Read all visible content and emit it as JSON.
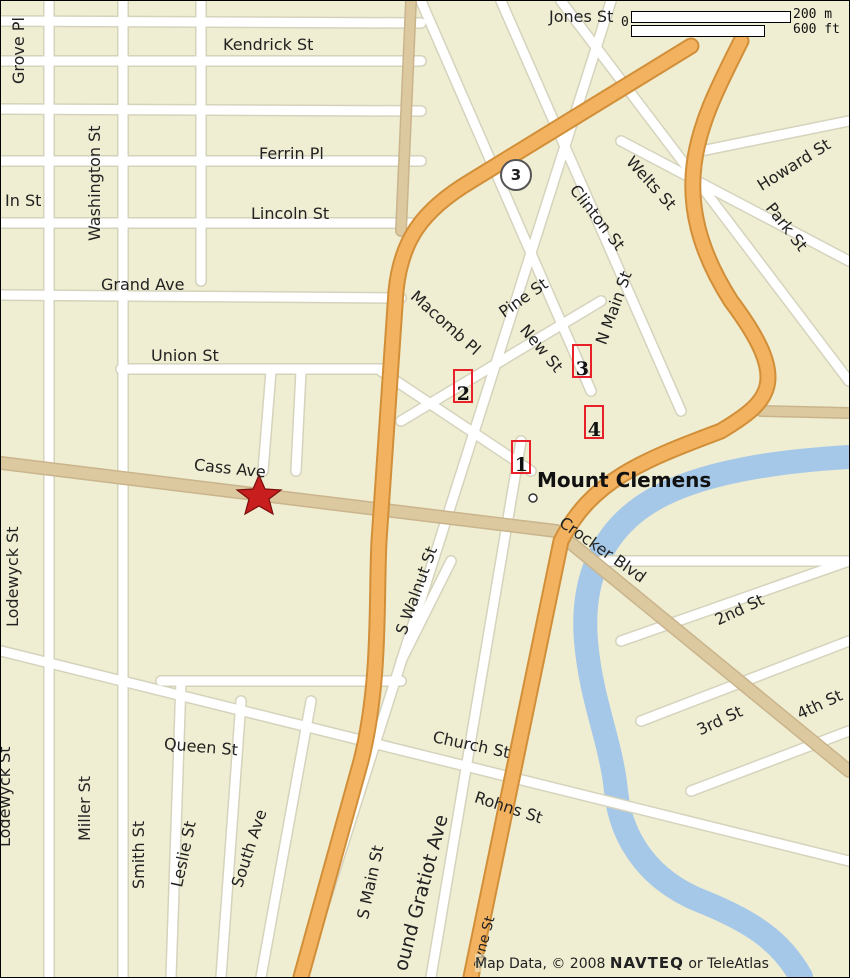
{
  "colors": {
    "land": "#efedd2",
    "street": "#ffffff",
    "street_edge": "#d6d3bd",
    "highway": "#f3b25f",
    "highway_edge": "#d28f39",
    "arterial": "#ddc9a0",
    "river": "#a6c8e8",
    "marker": "#e8202a",
    "star": "#c81e1e"
  },
  "scale_bar": {
    "zero": "0",
    "metric": "200 m",
    "imperial": "600 ft"
  },
  "route_shield": {
    "number": "3"
  },
  "city": {
    "label": "Mount Clemens"
  },
  "streets": {
    "jones": "Jones St",
    "grove": "Grove Pl",
    "kendrick": "Kendrick St",
    "washington": "Washington St",
    "ferrin": "Ferrin Pl",
    "lincoln": "Lincoln St",
    "in_st": "In St",
    "grand": "Grand Ave",
    "union": "Union St",
    "cass": "Cass Ave",
    "lodewyck": "Lodewyck St",
    "lodewyck2": "Lodewyck St",
    "macomb": "Macomb Pl",
    "pine": "Pine St",
    "new": "New St",
    "n_main": "N Main St",
    "clinton": "Clinton St",
    "welts": "Welts St",
    "howard": "Howard St",
    "park": "Park St",
    "s_walnut": "S Walnut St",
    "crocker": "Crocker Blvd",
    "second": "2nd St",
    "third": "3rd St",
    "fourth": "4th St",
    "church": "Church St",
    "rohns": "Rohns St",
    "queen": "Queen St",
    "miller": "Miller St",
    "smith": "Smith St",
    "leslie": "Leslie St",
    "south_ave": "South Ave",
    "s_main": "S Main St",
    "gratiot": "Gratiot Ave",
    "gratiot_prefix": "ound ",
    "wayne": "ayne St"
  },
  "markers": [
    {
      "id": "1",
      "label": "1"
    },
    {
      "id": "2",
      "label": "2"
    },
    {
      "id": "3",
      "label": "3"
    },
    {
      "id": "4",
      "label": "4"
    }
  ],
  "copyright": {
    "prefix": "Map Data",
    "symbol": "© 2008",
    "brand": "NAVTEQ",
    "suffix": "or TeleAtlas"
  }
}
